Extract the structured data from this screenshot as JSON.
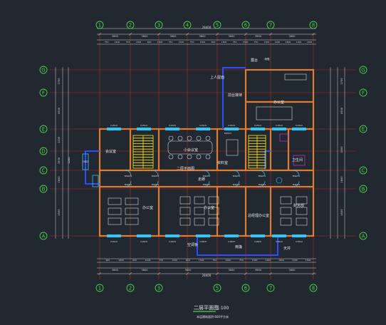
{
  "drawing": {
    "title": "二层平面图",
    "scale": "1:100",
    "subtitle": "本层建筑面积:600平方米",
    "colors": {
      "background": "#212830",
      "axis": "#4dd14d",
      "grid": "#cc2a2a",
      "wall": "#e07b2f",
      "blue": "#2f4dff",
      "stair": "#ffe81a",
      "window": "#2fc7ff",
      "dim": "#d8d8d8",
      "label": "#e6e6e6"
    }
  },
  "axes": {
    "top": [
      "1",
      "2",
      "3",
      "4",
      "5",
      "6",
      "7",
      "8"
    ],
    "bottom": [
      "1",
      "2",
      "3",
      "5",
      "6",
      "7",
      "8"
    ],
    "left": [
      "G",
      "F",
      "E",
      "D",
      "C",
      "B",
      "A"
    ],
    "right": [
      "G",
      "F",
      "E",
      "C",
      "B",
      "A"
    ]
  },
  "dimensions": {
    "overall": "28400",
    "top_bays": [
      "3600",
      "3600",
      "3600",
      "3600",
      "3600",
      "3600",
      "3600"
    ],
    "bottom_bays": [
      "3600",
      "3600",
      "3600",
      "3600",
      "3600",
      "3600",
      "3600"
    ],
    "left_bays": [
      "2700",
      "4500",
      "1200",
      "1500",
      "1800",
      "4500"
    ],
    "right_bays": [
      "2700",
      "4500",
      "3300",
      "1800",
      "4500"
    ],
    "top_window_row": [
      "750",
      "2100",
      "750",
      "1500",
      "600",
      "1500",
      "750",
      "2100",
      "750",
      "1500",
      "600",
      "1500",
      "750",
      "1500",
      "750",
      "1500",
      "1200",
      "1800",
      "1200",
      "1500"
    ],
    "bottom_window_row": [
      "900",
      "1800",
      "900",
      "2100",
      "750",
      "1500",
      "600",
      "1500",
      "750",
      "1500",
      "750",
      "1500",
      "1200",
      "1800",
      "1200",
      "1500"
    ]
  },
  "rooms": {
    "r1": "会议室",
    "r2": "小会议室",
    "r3": "走廊",
    "r4": "办公室",
    "r5": "办公室",
    "r6": "财务部",
    "r7": "总经理办公室",
    "r8": "资料室",
    "r9": "办公室",
    "r10": "前台接待",
    "r11": "上人屋面",
    "r12": "露台",
    "r13": "卫生间",
    "r14": "空调板",
    "r15": "雨篷",
    "r16": "天井",
    "r17": "二层平面图"
  },
  "tags": {
    "windows": [
      "C1512",
      "C1512",
      "C1515",
      "C1515",
      "C1515",
      "C1512",
      "C1512",
      "C1512",
      "C1512",
      "C1515",
      "C1515",
      "C1815",
      "C1815",
      "C1815",
      "C1512",
      "C1512"
    ],
    "doors": [
      "M1021",
      "M1021",
      "M1021",
      "M1021",
      "M1021",
      "M1021",
      "M1021",
      "M1021",
      "M1021",
      "M1021"
    ],
    "misc": [
      "GKD",
      "雨篷",
      "1200",
      "M1521"
    ]
  }
}
